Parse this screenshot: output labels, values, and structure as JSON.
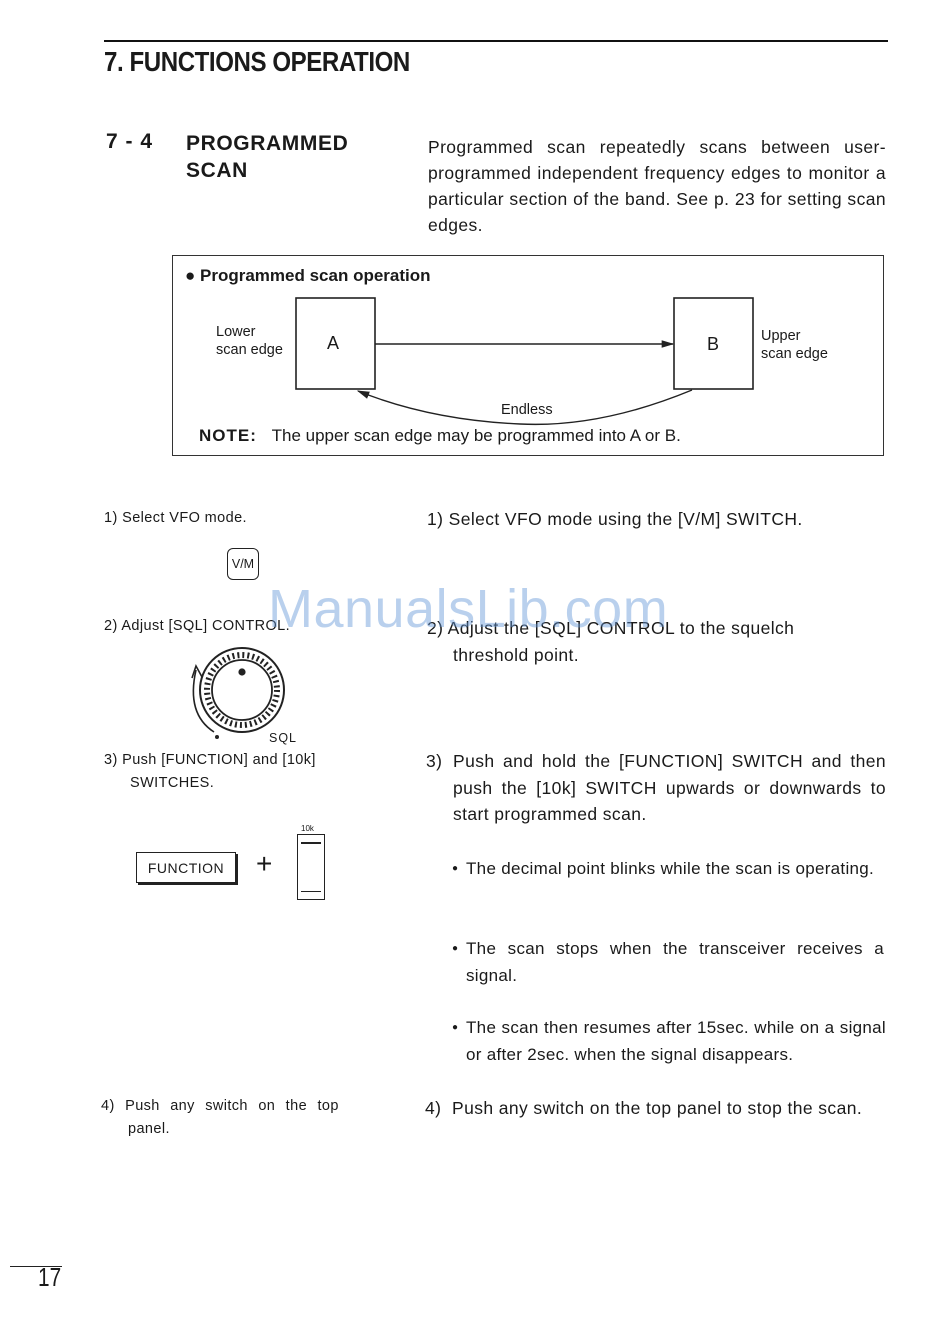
{
  "chapter": {
    "number": "7.",
    "title": "FUNCTIONS OPERATION"
  },
  "section": {
    "number": "7 - 4",
    "title_line1": "PROGRAMMED",
    "title_line2": "SCAN",
    "intro": "Programmed scan repeatedly scans between user-programmed independent frequency edges to monitor a particular section of the band. See p. 23 for setting scan edges."
  },
  "diagram": {
    "heading": "Programmed scan operation",
    "lower_line1": "Lower",
    "lower_line2": "scan edge",
    "box_a": "A",
    "box_b": "B",
    "upper_line1": "Upper",
    "upper_line2": "scan edge",
    "endless": "Endless",
    "note_label": "NOTE:",
    "note_text": "The upper scan edge may be programmed into A or B."
  },
  "steps": [
    {
      "left": "1) Select VFO mode.",
      "right": "1) Select VFO mode using the [V/M] SWITCH."
    },
    {
      "left": "2) Adjust [SQL] CONTROL.",
      "right_line1": "2) Adjust the [SQL] CONTROL to the squelch",
      "right_line2": "threshold point."
    },
    {
      "left_line1": "3) Push [FUNCTION] and [10k]",
      "left_line2": "SWITCHES.",
      "right_num": "3)",
      "right_text": "Push and hold the [FUNCTION] SWITCH and then push the [10k] SWITCH upwards or downwards to start programmed scan.",
      "bullets": [
        "The decimal point blinks while the scan is operating.",
        "The scan stops when the transceiver receives a signal.",
        "The scan then resumes after 15sec. while on a signal or after 2sec. when the signal disappears."
      ]
    },
    {
      "left_line1": "4) Push any switch on the top",
      "left_line2": "panel.",
      "right_num": "4)",
      "right_text": "Push any switch on the top panel to stop the scan."
    }
  ],
  "illustrations": {
    "vm_key": "V/M",
    "sql_label": "SQL",
    "function_key": "FUNCTION",
    "plus": "+",
    "tenk_label": "10k"
  },
  "watermark": "ManualsLib.com",
  "page_number": "17"
}
